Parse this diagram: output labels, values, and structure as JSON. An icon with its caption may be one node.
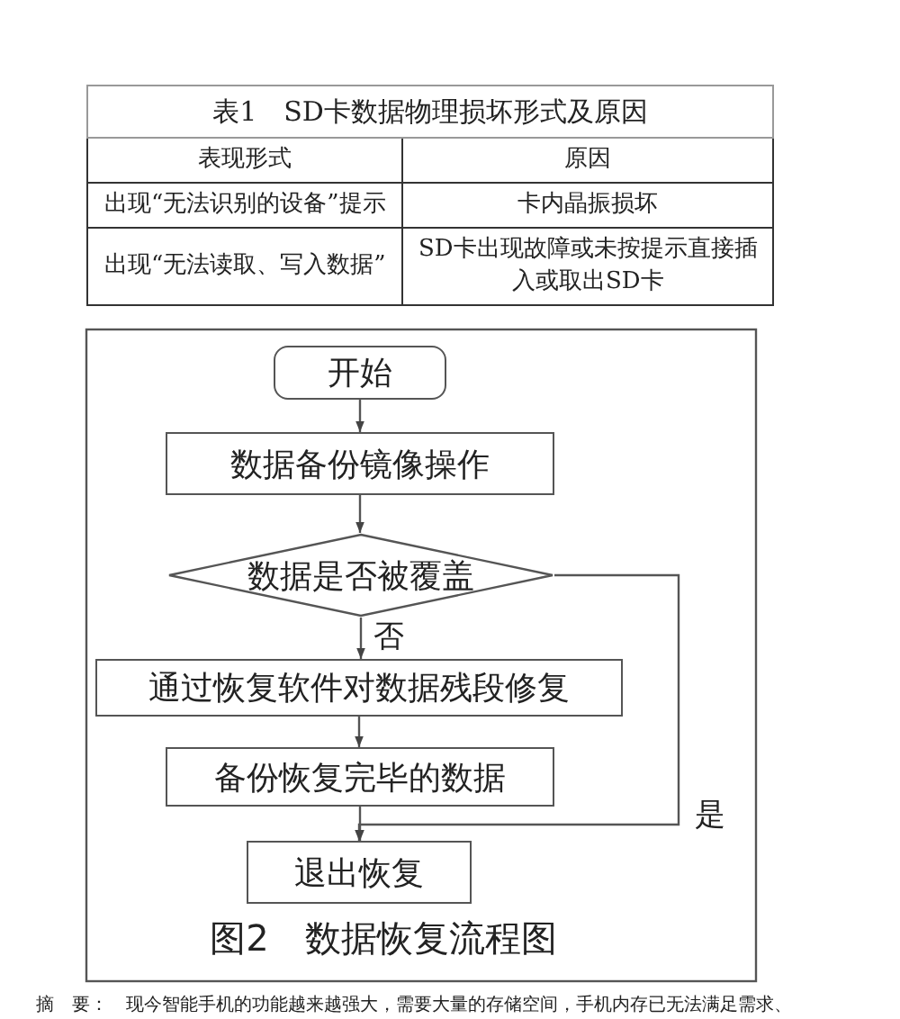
{
  "diagram": {
    "caption": "图2　数据恢复流程图",
    "nodes": [
      {
        "text": [
          "开始"
        ]
      },
      {
        "text": [
          "数据备份镜像操作"
        ]
      },
      {
        "text": [
          "数据是否被覆盖"
        ]
      },
      {
        "text": [
          "通过恢复软件对数据残段修复"
        ]
      },
      {
        "text": [
          "备份恢复完毕的数据"
        ]
      },
      {
        "text": [
          "退出恢复"
        ]
      }
    ],
    "edges": [
      {
        "from": 0,
        "to": 1,
        "arrow": "to"
      },
      {
        "from": 1,
        "to": 2,
        "arrow": "to"
      },
      {
        "from": 2,
        "to": 3,
        "arrow": "to",
        "label": "否"
      },
      {
        "from": 3,
        "to": 4,
        "arrow": "to"
      },
      {
        "from": 2,
        "to": 5,
        "arrow": "to",
        "label": "是"
      },
      {
        "from": 4,
        "to": 5,
        "arrow": "to"
      }
    ],
    "labels": [
      "表1　SD卡数据物理损坏形式及原因",
      "表现形式",
      "原因",
      "出现“无法识别的设备”提示",
      "卡内晶振损坏",
      "出现“无法读取、写入数据”",
      "SD卡出现故障或未按提示直接插入或取出SD卡",
      "摘　要：　现今智能手机的功能越来越强大，需要大量的存储空间，手机内存已无法满足需求、"
    ]
  }
}
